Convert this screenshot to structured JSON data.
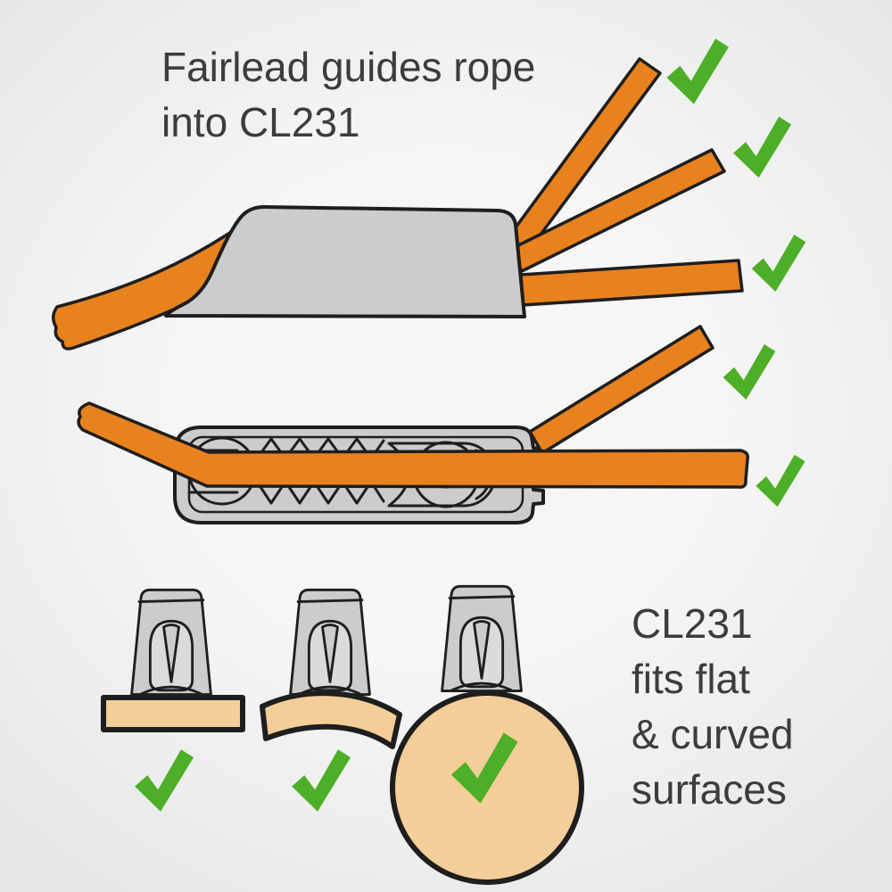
{
  "captions": {
    "top": "Fairlead guides rope\ninto CL231",
    "bottom": "CL231\nfits flat\n& curved\nsurfaces"
  },
  "product": {
    "model": "CL231"
  },
  "icons": {
    "checkmark": {
      "name": "checkmark-icon",
      "glyph": "✓",
      "count": 8
    }
  },
  "colors": {
    "background_center": "#f6f6f5",
    "background_edge": "#e3e5e6",
    "rope_orange": "#e8821f",
    "check_green": "#4dae27",
    "cleat_gray": "#cbcccb",
    "cleat_gray_light": "#dadbda",
    "surface_tan": "#f3ce99",
    "outline": "#1e1e1e",
    "text": "#3c3c3c"
  }
}
